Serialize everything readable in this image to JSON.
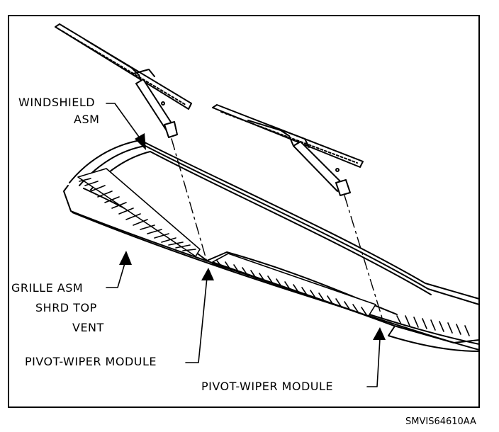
{
  "labels": {
    "windshield_line1": "WINDSHIELD",
    "windshield_line2": "ASM",
    "grille_line1": "GRILLE ASM",
    "grille_line2": "SHRD TOP",
    "grille_line3": "VENT",
    "pivot_left": "PIVOT-WIPER MODULE",
    "pivot_right": "PIVOT-WIPER MODULE"
  },
  "figure_code": "SMVIS64610AA",
  "colors": {
    "ink": "#000000",
    "paper": "#ffffff"
  }
}
